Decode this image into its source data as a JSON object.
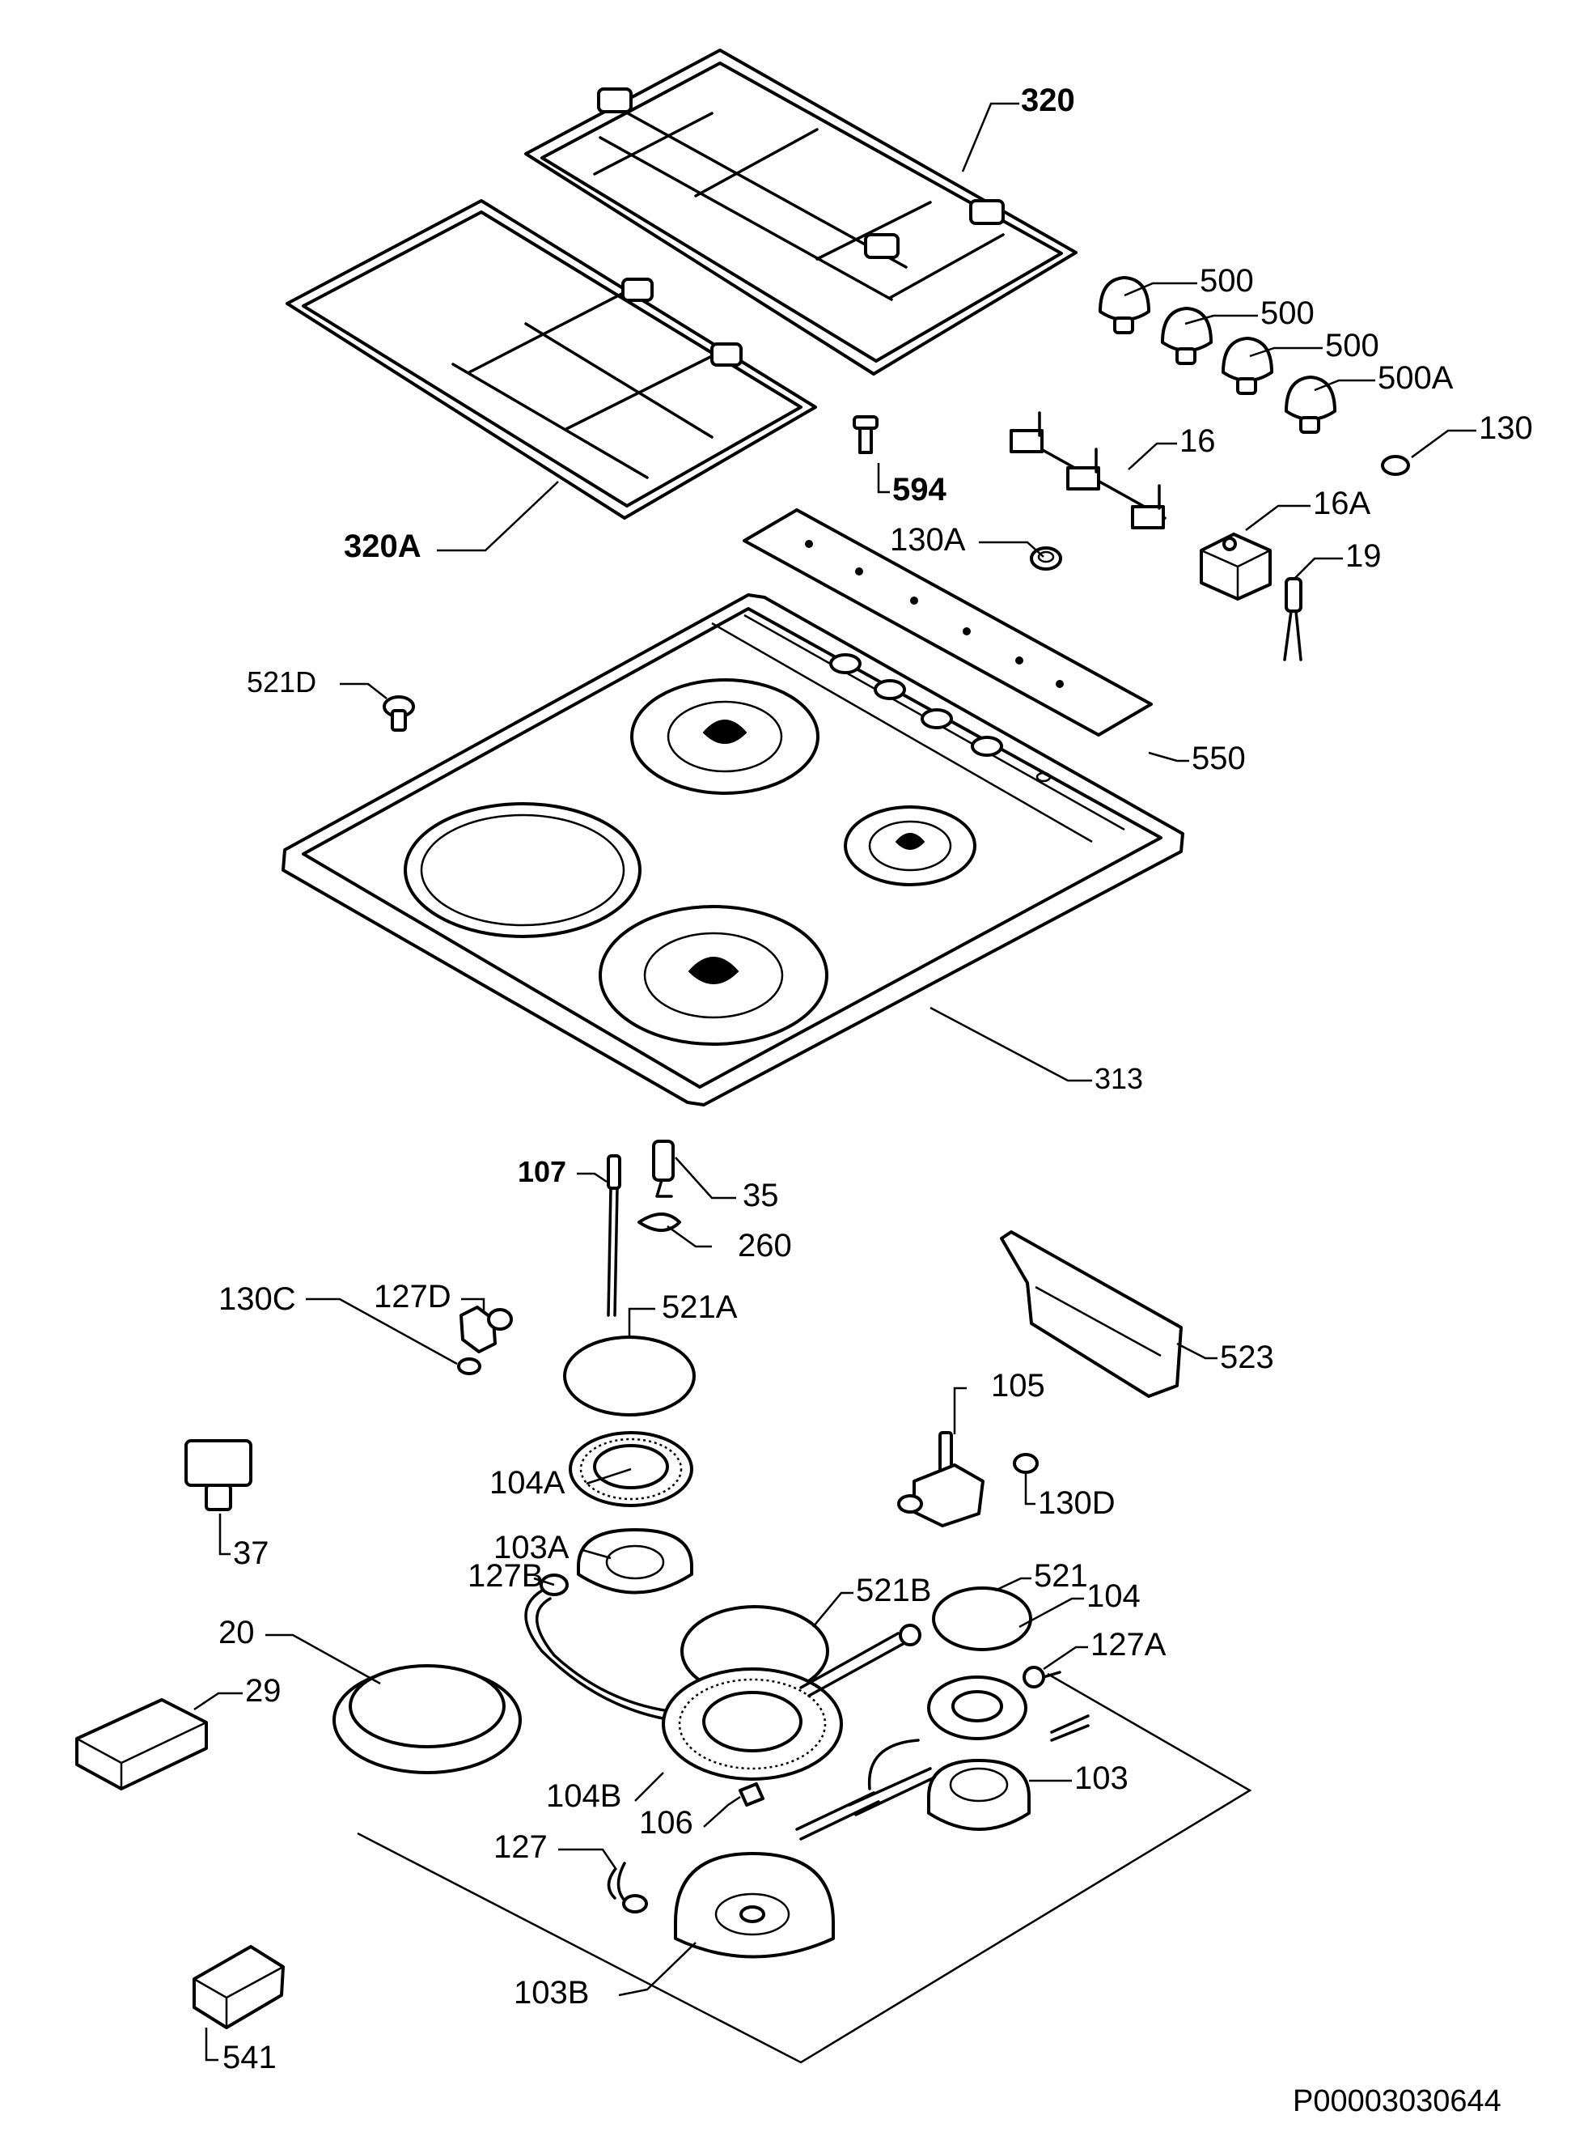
{
  "diagram": {
    "labels": {
      "l320": "320",
      "l320a": "320A",
      "l500a": "500",
      "l500b": "500",
      "l500c": "500",
      "l500A": "500A",
      "l130": "130",
      "l16": "16",
      "l594": "594",
      "l130A": "130A",
      "l16A": "16A",
      "l19": "19",
      "l521D": "521D",
      "l550": "550",
      "l313": "313",
      "l107": "107",
      "l35": "35",
      "l260": "260",
      "l130C": "130C",
      "l127D": "127D",
      "l521A": "521A",
      "l523": "523",
      "l105": "105",
      "l104A": "104A",
      "l130D": "130D",
      "l103A": "103A",
      "l37": "37",
      "l127B": "127B",
      "l521B": "521B",
      "l521": "521",
      "l104": "104",
      "l20": "20",
      "l127A": "127A",
      "l29": "29",
      "l104B": "104B",
      "l103": "103",
      "l106": "106",
      "l127": "127",
      "l103B": "103B",
      "l541": "541"
    },
    "drawing_code": "P00003030644"
  }
}
